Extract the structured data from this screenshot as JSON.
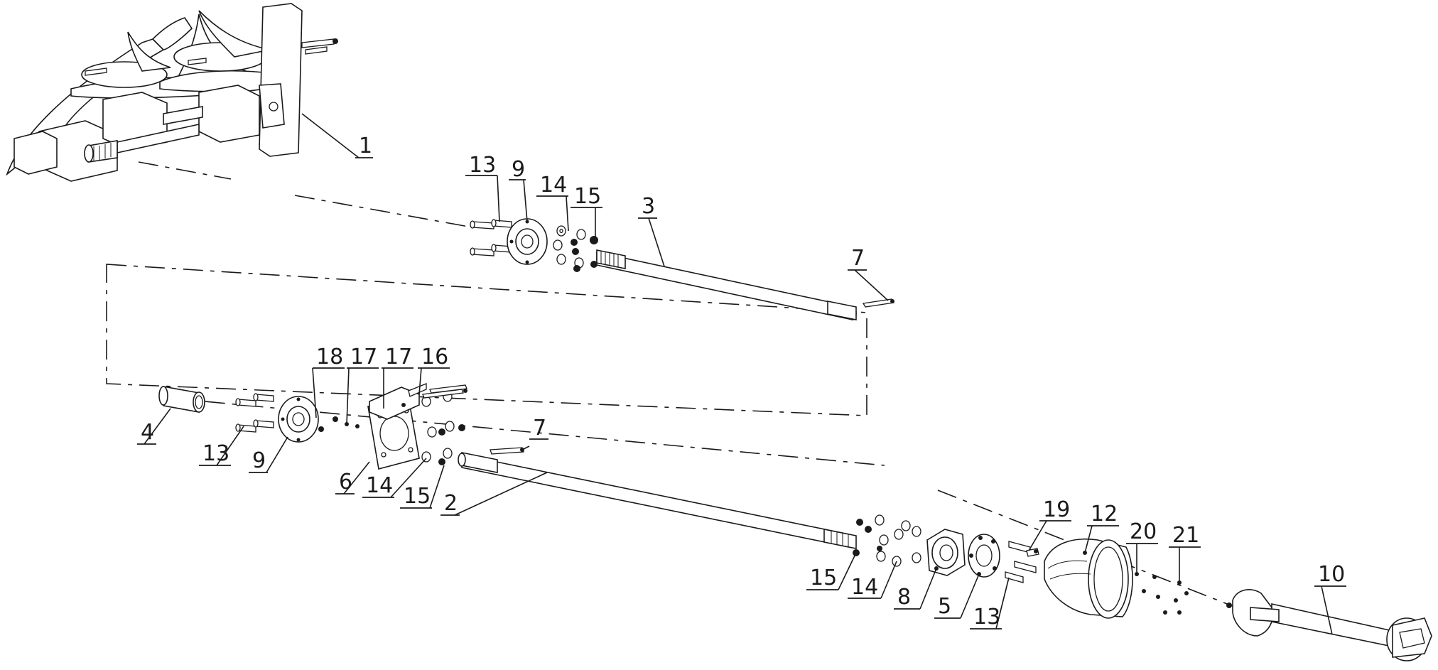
{
  "callouts": [
    {
      "id": "c1",
      "text": "1"
    },
    {
      "id": "c13a",
      "text": "13"
    },
    {
      "id": "c9a",
      "text": "9"
    },
    {
      "id": "c14a",
      "text": "14"
    },
    {
      "id": "c15a",
      "text": "15"
    },
    {
      "id": "c3",
      "text": "3"
    },
    {
      "id": "c7a",
      "text": "7"
    },
    {
      "id": "c18",
      "text": "18"
    },
    {
      "id": "c17a",
      "text": "17"
    },
    {
      "id": "c17b",
      "text": "17"
    },
    {
      "id": "c16",
      "text": "16"
    },
    {
      "id": "c4",
      "text": "4"
    },
    {
      "id": "c13b",
      "text": "13"
    },
    {
      "id": "c9b",
      "text": "9"
    },
    {
      "id": "c7b",
      "text": "7"
    },
    {
      "id": "c6",
      "text": "6"
    },
    {
      "id": "c14b",
      "text": "14"
    },
    {
      "id": "c15b",
      "text": "15"
    },
    {
      "id": "c2",
      "text": "2"
    },
    {
      "id": "c19",
      "text": "19"
    },
    {
      "id": "c12",
      "text": "12"
    },
    {
      "id": "c20",
      "text": "20"
    },
    {
      "id": "c21",
      "text": "21"
    },
    {
      "id": "c10",
      "text": "10"
    },
    {
      "id": "c15c",
      "text": "15"
    },
    {
      "id": "c14c",
      "text": "14"
    },
    {
      "id": "c8",
      "text": "8"
    },
    {
      "id": "c5",
      "text": "5"
    },
    {
      "id": "c13c",
      "text": "13"
    }
  ],
  "colors": {
    "line": "#1a1a1a",
    "background": "#ffffff"
  }
}
